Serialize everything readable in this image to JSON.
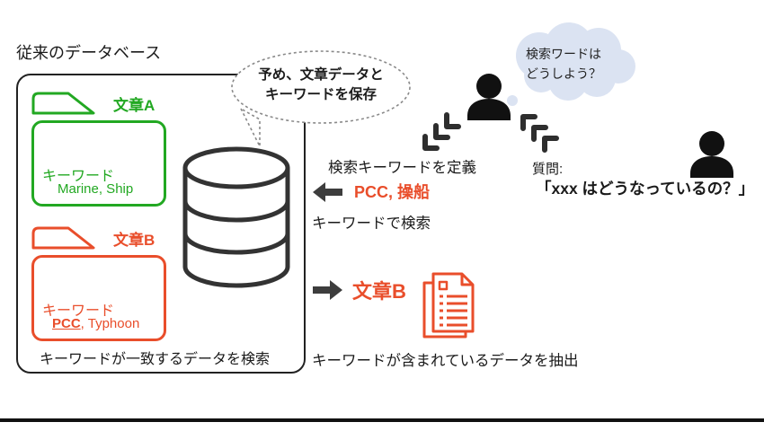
{
  "colors": {
    "green": "#22a822",
    "red": "#e94e2b",
    "dark": "#383838",
    "cloud": "#dbe3f2",
    "text": "#1a1a1a",
    "bubble_border": "#8a8a8a"
  },
  "icons": {
    "database-icon": "stacked-cylinder",
    "person-icon": "black-silhouette",
    "document-icon": "page-with-folded-corner-and-lines",
    "folder-tab-icon": "trapezoid-tab",
    "speech-bubble": "dashed-ellipse-with-tail",
    "thought-cloud-icon": "blob-of-circles",
    "signal-chevrons-icon": "triple-corner-chevrons",
    "arrow-left-icon": "solid-block-arrow",
    "arrow-right-icon": "solid-block-arrow"
  },
  "title": "従来のデータベース",
  "database_box": {
    "folder_a": {
      "label": "文章A",
      "keyword_label": "キーワード",
      "keywords": "Marine, Ship"
    },
    "folder_b": {
      "label": "文章B",
      "keyword_label": "キーワード",
      "keyword_highlight": "PCC",
      "keyword_rest": ", Typhoon"
    },
    "caption": "キーワードが一致するデータを検索"
  },
  "speech_bubble": {
    "line1": "予め、文章データと",
    "line2": "キーワードを保存"
  },
  "thought_cloud": {
    "line1": "検索ワードは",
    "line2": "どうしよう？"
  },
  "middle_flow": {
    "define_label": "検索キーワードを定義",
    "search_keywords": "PCC, 操船",
    "search_label": "キーワードで検索"
  },
  "question": {
    "label": "質問:",
    "text": "「xxx はどうなっているの？」"
  },
  "result": {
    "doc_label": "文章B",
    "caption": "キーワードが含まれているデータを抽出"
  }
}
